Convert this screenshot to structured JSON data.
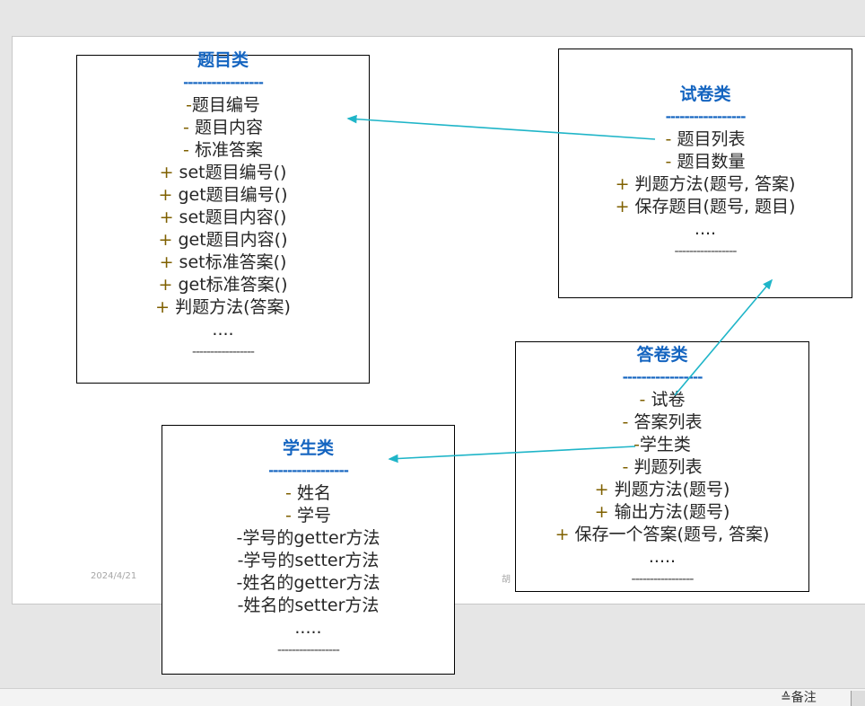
{
  "slide": {
    "footer_date": "2024/4/21",
    "footer_author": "胡"
  },
  "classes": [
    {
      "id": "question",
      "title": "题目类",
      "sep": "-----------------",
      "lines": [
        {
          "p": "-",
          "t": "题目编号"
        },
        {
          "p": "- ",
          "t": "题目内容"
        },
        {
          "p": "- ",
          "t": "标准答案"
        },
        {
          "p": "+ ",
          "t": "set题目编号()"
        },
        {
          "p": "+ ",
          "t": "get题目编号()"
        },
        {
          "p": "+ ",
          "t": "set题目内容()"
        },
        {
          "p": "+ ",
          "t": "get题目内容()"
        },
        {
          "p": "+ ",
          "t": "set标准答案()"
        },
        {
          "p": "+ ",
          "t": "get标准答案()"
        },
        {
          "p": "+ ",
          "t": "判题方法(答案)"
        },
        {
          "p": "",
          "t": "...."
        }
      ],
      "end": "-----------------"
    },
    {
      "id": "paper",
      "title": "试卷类",
      "sep": "-----------------",
      "lines": [
        {
          "p": "- ",
          "t": "题目列表"
        },
        {
          "p": "- ",
          "t": "题目数量"
        },
        {
          "p": "+ ",
          "t": "判题方法(题号, 答案)"
        },
        {
          "p": "+ ",
          "t": "保存题目(题号, 题目)"
        },
        {
          "p": "",
          "t": "...."
        }
      ],
      "end": "-----------------"
    },
    {
      "id": "answer-sheet",
      "title": "答卷类",
      "sep": "-----------------",
      "lines": [
        {
          "p": "- ",
          "t": "试卷"
        },
        {
          "p": "- ",
          "t": "答案列表"
        },
        {
          "p": "-",
          "t": "学生类"
        },
        {
          "p": "- ",
          "t": "判题列表"
        },
        {
          "p": "+ ",
          "t": "判题方法(题号)"
        },
        {
          "p": "+ ",
          "t": "输出方法(题号)"
        },
        {
          "p": "+ ",
          "t": "保存一个答案(题号, 答案)"
        },
        {
          "p": "",
          "t": "....."
        }
      ],
      "end": "-----------------"
    },
    {
      "id": "student",
      "title": "学生类",
      "sep": "-----------------",
      "lines": [
        {
          "p": "- ",
          "t": "姓名"
        },
        {
          "p": "- ",
          "t": "学号"
        },
        {
          "p": "",
          "t": "-学号的getter方法"
        },
        {
          "p": "",
          "t": "-学号的setter方法"
        },
        {
          "p": "",
          "t": "-姓名的getter方法"
        },
        {
          "p": "",
          "t": "-姓名的setter方法"
        },
        {
          "p": "",
          "t": "....."
        }
      ],
      "end": "-----------------"
    }
  ],
  "colors": {
    "title": "#1565c0",
    "prefix": "#7f6000",
    "arrow": "#1fb5c8"
  },
  "status_bar": {
    "notes_label": "备注",
    "notes_icon": "notes-icon"
  }
}
